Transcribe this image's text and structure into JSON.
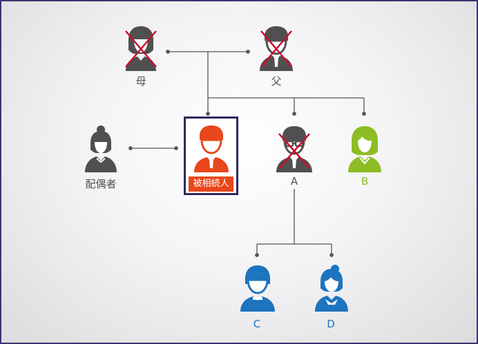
{
  "labels": {
    "mother": "母",
    "father": "父",
    "spouse": "配偶者",
    "decedent": "被相続人",
    "a": "A",
    "b": "B",
    "c": "C",
    "d": "D"
  },
  "colors": {
    "gray": "#505050",
    "orange": "#e8471b",
    "green": "#8cbd24",
    "blue": "#1d74bf",
    "cross": "#c8102e",
    "box_border": "#2b2a5e"
  }
}
